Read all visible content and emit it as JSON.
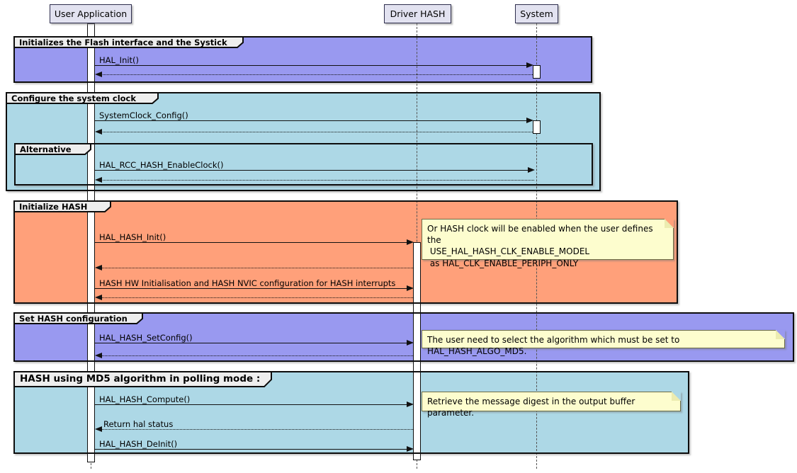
{
  "participants": [
    {
      "label": "User Application"
    },
    {
      "label": "Driver HASH"
    },
    {
      "label": "System"
    }
  ],
  "frames": [
    {
      "title": "Initializes the Flash interface and the Systick"
    },
    {
      "title": "Configure the system clock"
    },
    {
      "title": "Alternative"
    },
    {
      "title": "Initialize HASH"
    },
    {
      "title": "Set HASH configuration"
    },
    {
      "title": "HASH using MD5 algorithm in polling mode :"
    }
  ],
  "messages": [
    {
      "label": "HAL_Init()"
    },
    {
      "label": "SystemClock_Config()"
    },
    {
      "label": "HAL_RCC_HASH_EnableClock()"
    },
    {
      "label": "HAL_HASH_Init()"
    },
    {
      "label": "HASH HW Initialisation and HASH NVIC configuration for HASH interrupts"
    },
    {
      "label": "HAL_HASH_SetConfig()"
    },
    {
      "label": "HAL_HASH_Compute()"
    },
    {
      "label": "Return hal status"
    },
    {
      "label": "HAL_HASH_DeInit()"
    }
  ],
  "notes": [
    {
      "text": "Or HASH clock will be enabled when the user defines the\n USE_HAL_HASH_CLK_ENABLE_MODEL\n as HAL_CLK_ENABLE_PERIPH_ONLY"
    },
    {
      "text": "The user need to select the algorithm which must be set to HAL_HASH_ALGO_MD5."
    },
    {
      "text": "Retrieve the message digest in the output buffer parameter."
    }
  ],
  "colors": {
    "frame_purple": "#9999F0",
    "frame_blue": "#ADD8E6",
    "frame_orange": "#FFA07A",
    "note_yellow": "#FDFDCE",
    "tab_fill": "#EEEEEE",
    "participant_fill": "#E2E2F0"
  }
}
